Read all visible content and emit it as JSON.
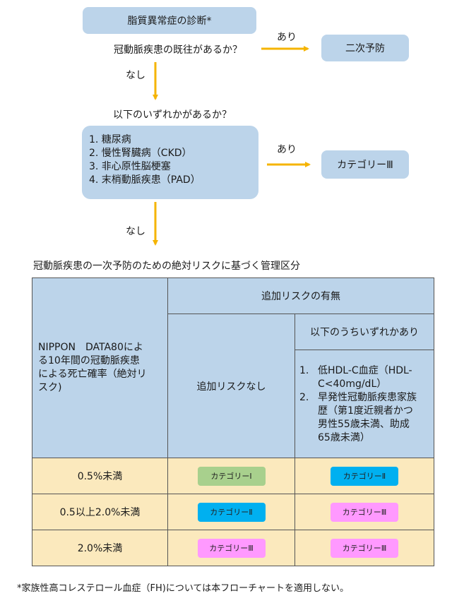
{
  "start_box": "脂質異常症の診断*",
  "question1": "冠動脈疾患の既往があるか？",
  "yes_label_1": "あり",
  "secondary_prevention": "二次予防",
  "no_label_1": "なし",
  "question2": "以下のいずれかがあるか？",
  "conditions": [
    "1. 糖尿病",
    "2. 慢性腎臓病（CKD）",
    "3. 非心原性脳梗塞",
    "4. 末梢動脈疾患（PAD）"
  ],
  "yes_label_2": "あり",
  "category3_box": "カテゴリーⅢ",
  "no_label_2": "なし",
  "table_title": "冠動脈疾患の一次予防のための絶対リスクに基づく管理区分",
  "table": {
    "row_header": [
      "NIPPON　DATA80によ",
      "る10年間の冠動脈疾患",
      "による死亡確率（絶対リ",
      "スク)"
    ],
    "additional_risk_header": "追加リスクの有無",
    "no_additional_risk": "追加リスクなし",
    "any_of_following": "以下のうちいずれかあり",
    "risk_items": [
      {
        "num": "1.",
        "lines": [
          "低HDL-C血症（HDL-",
          "C<40mg/dL）"
        ]
      },
      {
        "num": "2.",
        "lines": [
          "早発性冠動脈疾患家族",
          "歴（第1度近親者かつ",
          "男性55歳未満、助成",
          "65歳未満）"
        ]
      }
    ],
    "rows": [
      {
        "label": "0.5%未満",
        "cat_none": "カテゴリーⅠ",
        "cat_any": "カテゴリーⅡ"
      },
      {
        "label": "0.5以上2.0%未満",
        "cat_none": "カテゴリーⅡ",
        "cat_any": "カテゴリーⅢ"
      },
      {
        "label": "2.0%未満",
        "cat_none": "カテゴリーⅢ",
        "cat_any": "カテゴリーⅢ"
      }
    ]
  },
  "footnote": "*家族性高コレステロール血症（FH)については本フローチャートを適用しない。",
  "colors": {
    "box_blue": "#bcd4ea",
    "arrow": "#f5b400",
    "row_yellow": "#fbe9bd",
    "category_1": "#a8d08d",
    "category_2": "#00b0f0",
    "category_3": "#ff99ff"
  }
}
